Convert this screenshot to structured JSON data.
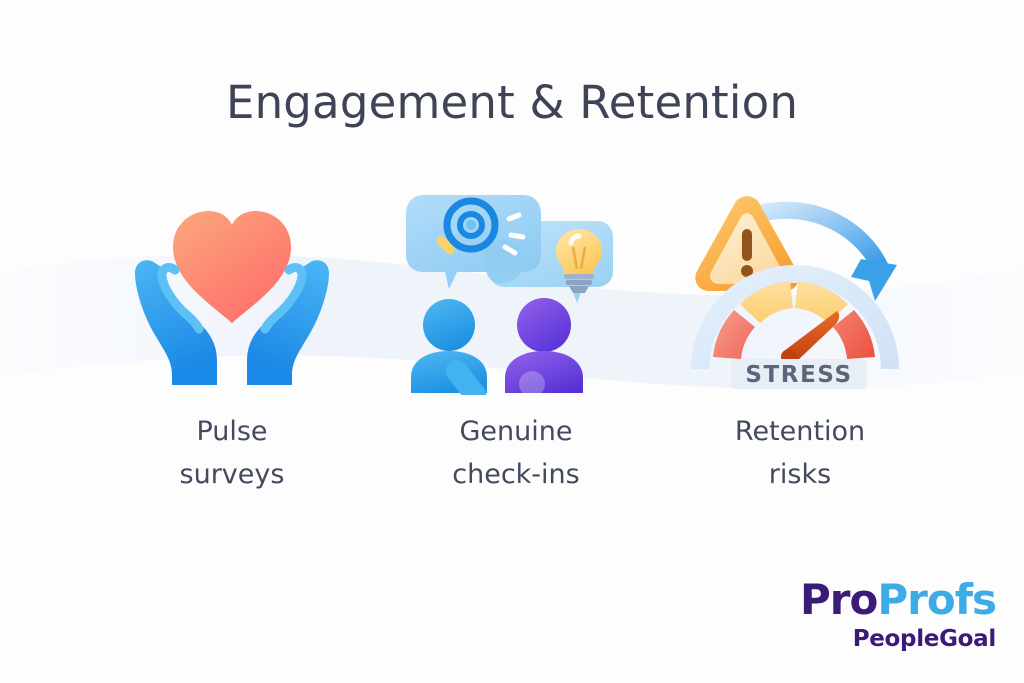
{
  "slide": {
    "title": "Engagement & Retention",
    "background_color": "#fdfdfe",
    "title_color": "#3e4356",
    "wave_color": "#eef3fb"
  },
  "columns": [
    {
      "id": "pulse-surveys",
      "caption": "Pulse\nsurveys",
      "icon_name": "hands-holding-heart-icon",
      "colors": {
        "heart_top": "#fb9a77",
        "heart_bottom": "#fd6f6a",
        "hands_light": "#3fb0f2",
        "hands_dark": "#1d8ae6"
      }
    },
    {
      "id": "genuine-check-ins",
      "caption": "Genuine\ncheck-ins",
      "icon_name": "speech-bubbles-two-people-icon",
      "colors": {
        "bubble_light": "#a8d8f8",
        "bubble_mid": "#8ccaf2",
        "person_blue_light": "#45b4f0",
        "person_blue_dark": "#2093e3",
        "person_purple_light": "#8a5ce8",
        "person_purple_dark": "#5a34d6",
        "bulb_yellow": "#ffd976",
        "bulb_base": "#8fa6c4",
        "magnifier_ring": "#1a87e0",
        "magnifier_handle": "#ffd169"
      }
    },
    {
      "id": "retention-risks",
      "caption": "Retention\nrisks",
      "icon_name": "warning-gauge-arrow-icon",
      "gauge_label": "STRESS",
      "colors": {
        "triangle_outer": "#f9a83a",
        "triangle_inner": "#fde0ad",
        "exclamation": "#93541c",
        "arrow_light": "#bddffa",
        "arrow_dark": "#3a9ce8",
        "gauge_red": "#ef5f4f",
        "gauge_salmon": "#f4806f",
        "gauge_amber": "#fdd37f",
        "gauge_rim": "#d5e6f7",
        "needle": "#d4541f",
        "label_text": "#5c657a",
        "label_chip": "#e8eef6"
      }
    }
  ],
  "logo": {
    "part_pro": "Pro",
    "part_profs": "Profs",
    "subtitle": "PeopleGoal",
    "color_pro": "#3c1a77",
    "color_profs": "#3fabe6"
  }
}
